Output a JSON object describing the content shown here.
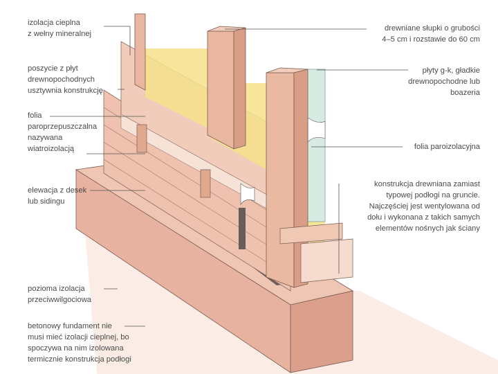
{
  "labels": {
    "izolacja": "izolacja cieplna\nz wełny mineralnej",
    "poszycie": "poszycie z płyt\ndrewnopochodnych\nusztywnia konstrukcję",
    "folia_wiatro": "folia\nparoprzepuszczalna\nnazywana\nwiatroizolacją",
    "elewacja": "elewacja z desek\nlub sidingu",
    "pozioma": "pozioma izolacja\nprzeciwwilgociowa",
    "fundament": "betonowy fundament nie\nmusi mieć izolacji cieplnej, bo\nspoczywa na nim izolowana\ntermicznie konstrukcja podłogi",
    "slupki": "drewniane słupki o grubości\n4–5 cm i rozstawie do 60 cm",
    "plyty": "płyty g-k, gładkie\ndrewnopochodne lub\nboazeria",
    "paroizolacja": "folia paroizolacyjna",
    "konstrukcja": "konstrukcja drewniana zamiast\ntypowej podłogi na gruncie.\nNajczęściej jest wentylowana od\ndołu i wykonana z takich samych\nelementów nośnych jak ściany"
  },
  "colors": {
    "text": "#4a4a4a",
    "leader": "#555555",
    "wood": "#e8b8a0",
    "wood_light": "#f2d2c2",
    "insulation": "#f4e08a",
    "foil": "#b9d7cf",
    "concrete": "#e2a896",
    "damp": "#6a5c58",
    "ground": "#f7dccf"
  }
}
